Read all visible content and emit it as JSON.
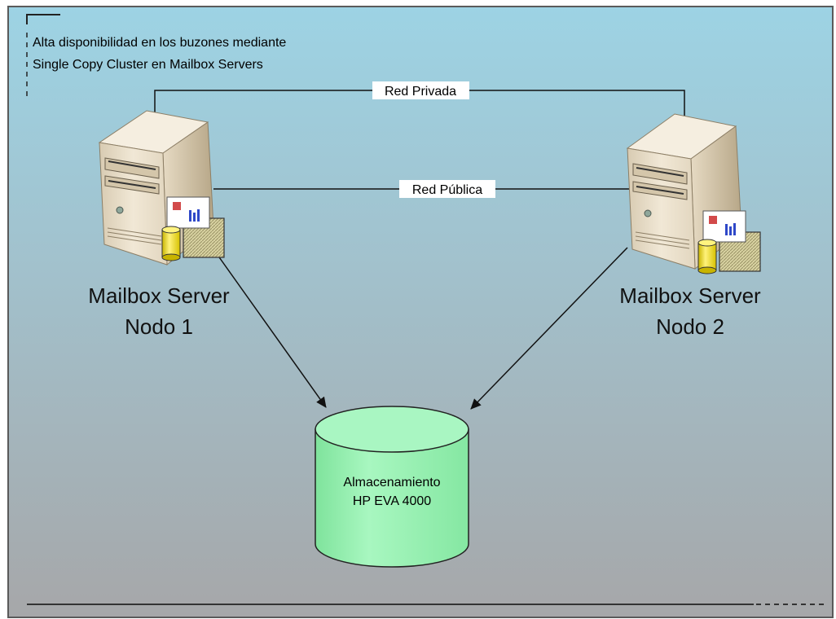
{
  "annotation": {
    "line1": "Alta disponibilidad en los buzones mediante",
    "line2": "Single Copy Cluster en Mailbox Servers"
  },
  "networks": {
    "private": "Red Privada",
    "public": "Red Pública"
  },
  "nodes": [
    {
      "line1": "Mailbox Server",
      "line2": "Nodo 1"
    },
    {
      "line1": "Mailbox Server",
      "line2": "Nodo 2"
    }
  ],
  "storage": {
    "line1": "Almacenamiento",
    "line2": "HP EVA 4000"
  },
  "colors": {
    "bg_top": "#9fd1e2",
    "bg_bottom": "#a4a8ab",
    "frame": "#5a5a5a",
    "storage_fill": "#99f2b4",
    "server_body": "#eadfcb",
    "server_shadow": "#b9aa8d"
  }
}
